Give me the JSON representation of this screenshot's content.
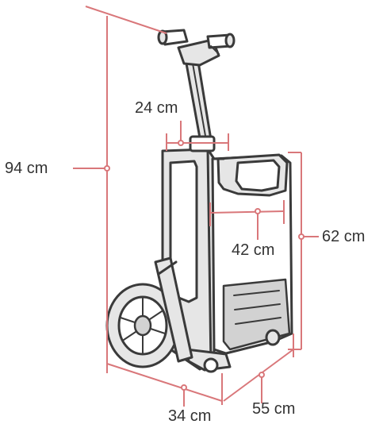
{
  "image": {
    "subject": "folding-mobility-scooter",
    "colors": {
      "outline": "#3a3a3a",
      "shade": "#dcdcdc",
      "dimension_line": "#d9777a",
      "label_text": "#333333"
    }
  },
  "dimensions": {
    "height": {
      "label": "94 cm"
    },
    "seat_height": {
      "label": "62 cm"
    },
    "seat_width": {
      "label": "42 cm"
    },
    "handle_width": {
      "label": "24 cm"
    },
    "width": {
      "label": "34 cm"
    },
    "length": {
      "label": "55 cm"
    }
  }
}
